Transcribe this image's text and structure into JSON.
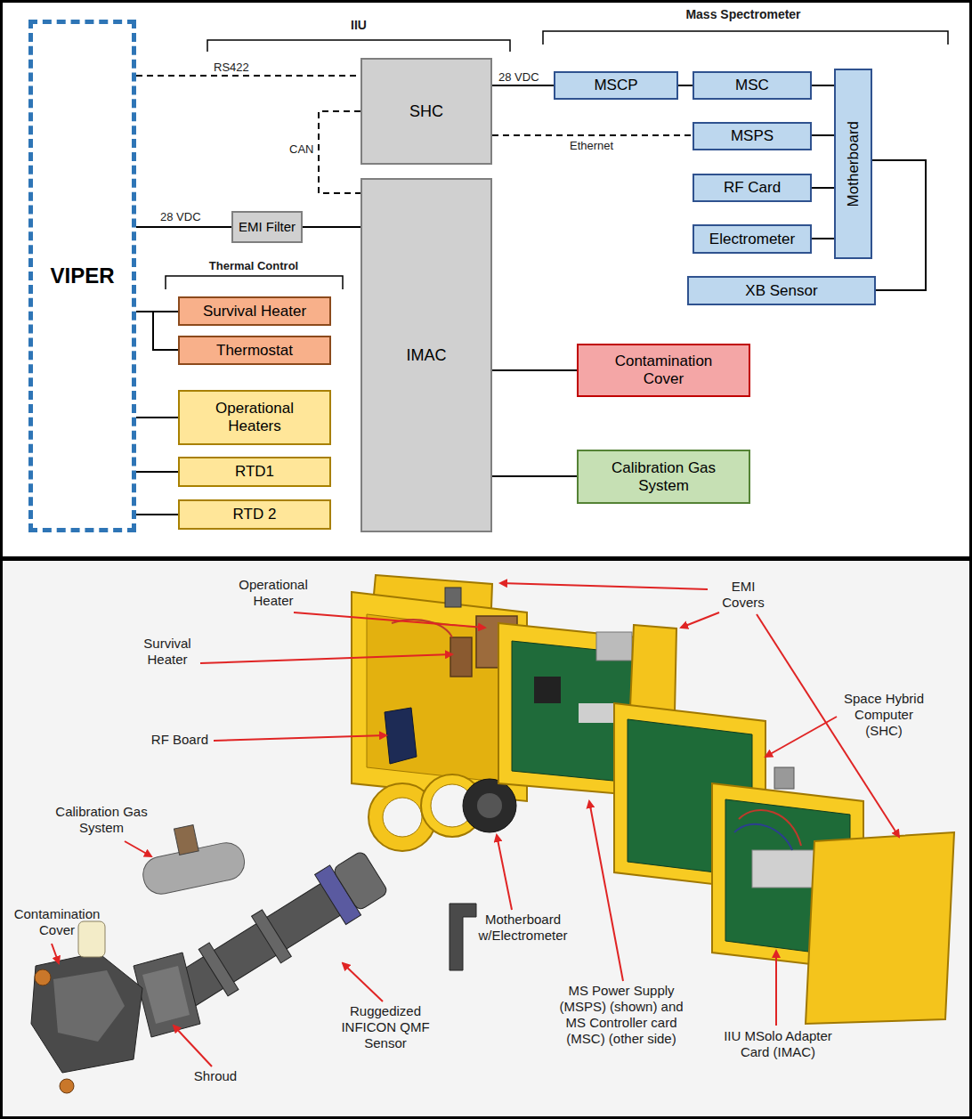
{
  "diagram": {
    "nodes": [
      {
        "text": [
          "VIPER"
        ]
      },
      {
        "text": [
          "SHC"
        ]
      },
      {
        "text": [
          "MSCP"
        ]
      },
      {
        "text": [
          "MSC"
        ]
      },
      {
        "text": [
          "MSPS"
        ]
      },
      {
        "text": [
          "RF Card"
        ]
      },
      {
        "text": [
          "Electrometer"
        ]
      },
      {
        "text": [
          "Motherboard"
        ]
      },
      {
        "text": [
          "XB Sensor"
        ]
      },
      {
        "text": [
          "EMI Filter"
        ]
      },
      {
        "text": [
          "IMAC"
        ]
      },
      {
        "text": [
          "Survival Heater"
        ]
      },
      {
        "text": [
          "Thermostat"
        ]
      },
      {
        "text": [
          "Operational Heaters"
        ]
      },
      {
        "text": [
          "RTD1"
        ]
      },
      {
        "text": [
          "RTD 2"
        ]
      },
      {
        "text": [
          "Contamination Cover"
        ]
      },
      {
        "text": [
          "Calibration Gas System"
        ]
      }
    ],
    "edges": [
      {
        "from": 0,
        "to": 1,
        "label": "RS422",
        "arrow": "none"
      },
      {
        "from": 1,
        "to": 10,
        "label": "CAN",
        "arrow": "none"
      },
      {
        "from": 0,
        "to": 9,
        "label": "28 VDC",
        "arrow": "none"
      },
      {
        "from": 9,
        "to": 10,
        "arrow": "none"
      },
      {
        "from": 1,
        "to": 2,
        "label": "28 VDC",
        "arrow": "none"
      },
      {
        "from": 2,
        "to": 3,
        "arrow": "none"
      },
      {
        "from": 1,
        "to": 4,
        "label": "Ethernet",
        "arrow": "none"
      },
      {
        "from": 3,
        "to": 7,
        "arrow": "none"
      },
      {
        "from": 4,
        "to": 7,
        "arrow": "none"
      },
      {
        "from": 5,
        "to": 7,
        "arrow": "none"
      },
      {
        "from": 6,
        "to": 7,
        "arrow": "none"
      },
      {
        "from": 7,
        "to": 8,
        "arrow": "none"
      },
      {
        "from": 0,
        "to": 11,
        "arrow": "none"
      },
      {
        "from": 0,
        "to": 12,
        "arrow": "none"
      },
      {
        "from": 0,
        "to": 13,
        "arrow": "none"
      },
      {
        "from": 0,
        "to": 14,
        "arrow": "none"
      },
      {
        "from": 0,
        "to": 15,
        "arrow": "none"
      },
      {
        "from": 10,
        "to": 16,
        "arrow": "none"
      },
      {
        "from": 10,
        "to": 17,
        "arrow": "none"
      }
    ],
    "labels": [
      "IIU",
      "Mass Spectrometer",
      "Thermal Control",
      "EMI Covers",
      "Operational Heater",
      "Survival Heater",
      "RF Board",
      "Space Hybrid Computer (SHC)",
      "Calibration Gas System",
      "Contamination Cover",
      "Motherboard w/Electrometer",
      "Ruggedized INFICON QMF Sensor",
      "Shroud",
      "MS Power Supply (MSPS) (shown) and MS Controller card (MSC) (other side)",
      "IIU MSolo Adapter Card (IMAC)"
    ]
  }
}
